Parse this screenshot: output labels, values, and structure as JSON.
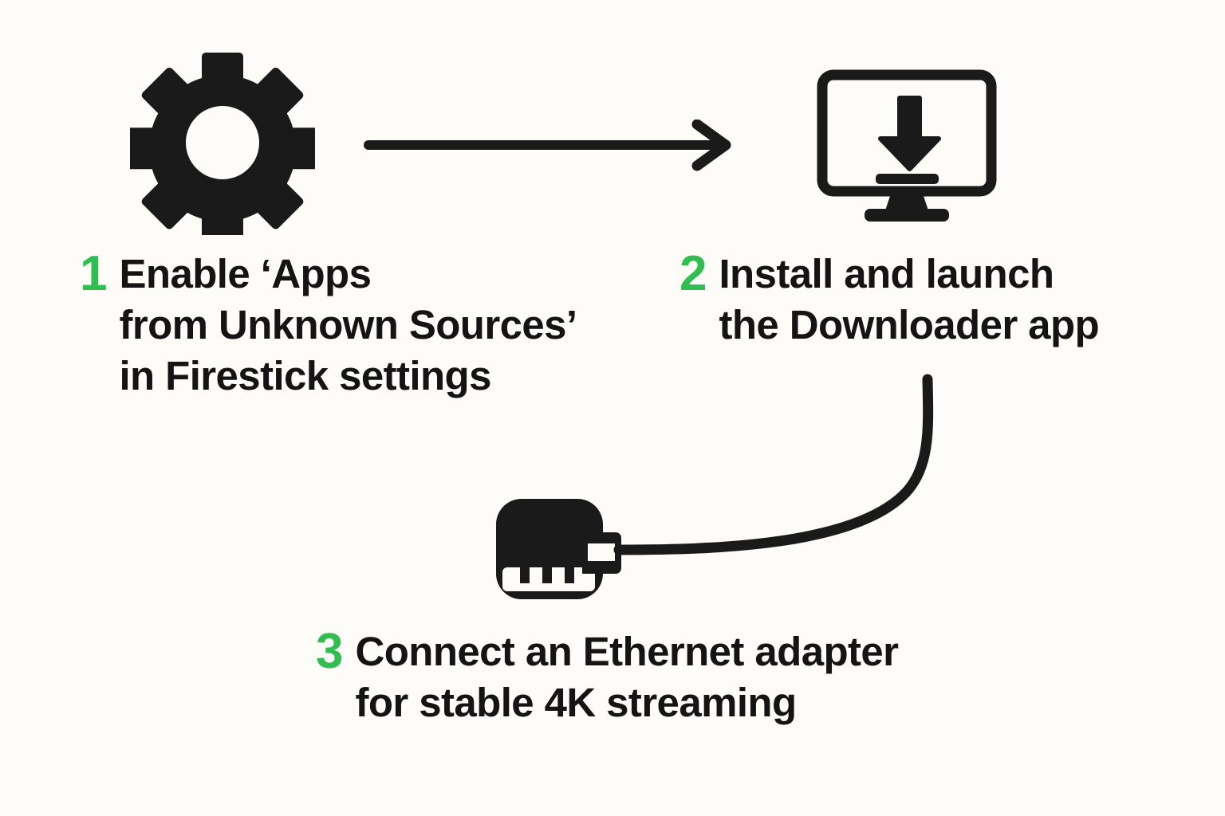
{
  "meta": {
    "title": "Firestick setup steps infographic",
    "background_color": "#fdfcf8",
    "accent_color": "#2fbe4f",
    "text_color": "#141414"
  },
  "steps": [
    {
      "number": "1",
      "icon": "gear-icon",
      "lines": [
        "Enable ‘Apps",
        "from Unknown Sources’",
        "in Firestick settings"
      ]
    },
    {
      "number": "2",
      "icon": "monitor-download-icon",
      "lines": [
        "Install and launch",
        "the Downloader app"
      ]
    },
    {
      "number": "3",
      "icon": "ethernet-adapter-icon",
      "lines": [
        "Connect an Ethernet adapter",
        "for stable 4K streaming"
      ]
    }
  ],
  "connectors": [
    {
      "name": "arrow-step1-to-step2",
      "kind": "straight-arrow",
      "direction": "right"
    },
    {
      "name": "cable-step2-to-step3",
      "kind": "curved-cable",
      "direction": "up-right"
    }
  ]
}
